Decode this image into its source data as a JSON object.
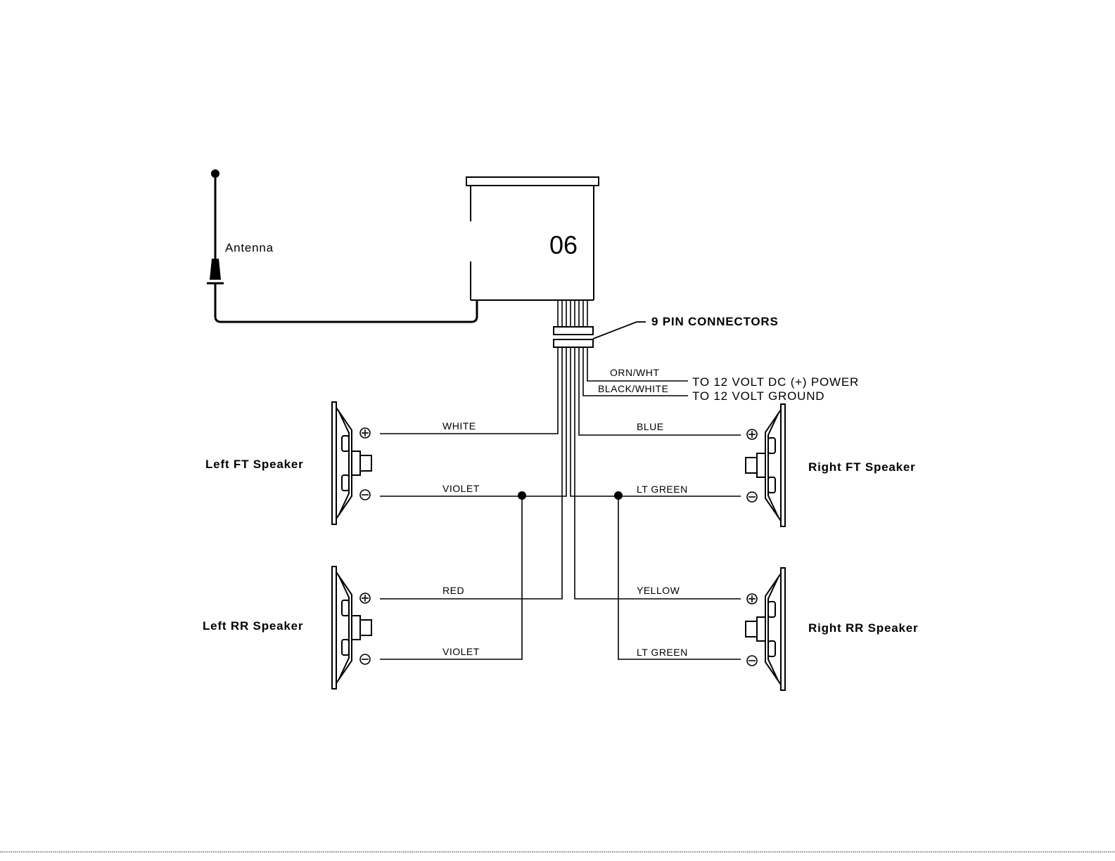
{
  "antenna": {
    "label": "Antenna"
  },
  "head_unit": {
    "label": "06"
  },
  "connector": {
    "label": "9 PIN CONNECTORS"
  },
  "power": {
    "orn_wht_label": "ORN/WHT",
    "black_white_label": "BLACK/WHITE",
    "power_dest": "TO 12 VOLT DC (+) POWER",
    "ground_dest": "TO 12 VOLT GROUND"
  },
  "speakers": {
    "left_ft": "Left FT Speaker",
    "left_rr": "Left RR Speaker",
    "right_ft": "Right FT Speaker",
    "right_rr": "Right RR Speaker"
  },
  "wires": {
    "left_ft_pos": "WHITE",
    "left_ft_neg": "VIOLET",
    "left_rr_pos": "RED",
    "left_rr_neg": "VIOLET",
    "right_ft_pos": "BLUE",
    "right_ft_neg": "LT GREEN",
    "right_rr_pos": "YELLOW",
    "right_rr_neg": "LT GREEN"
  }
}
